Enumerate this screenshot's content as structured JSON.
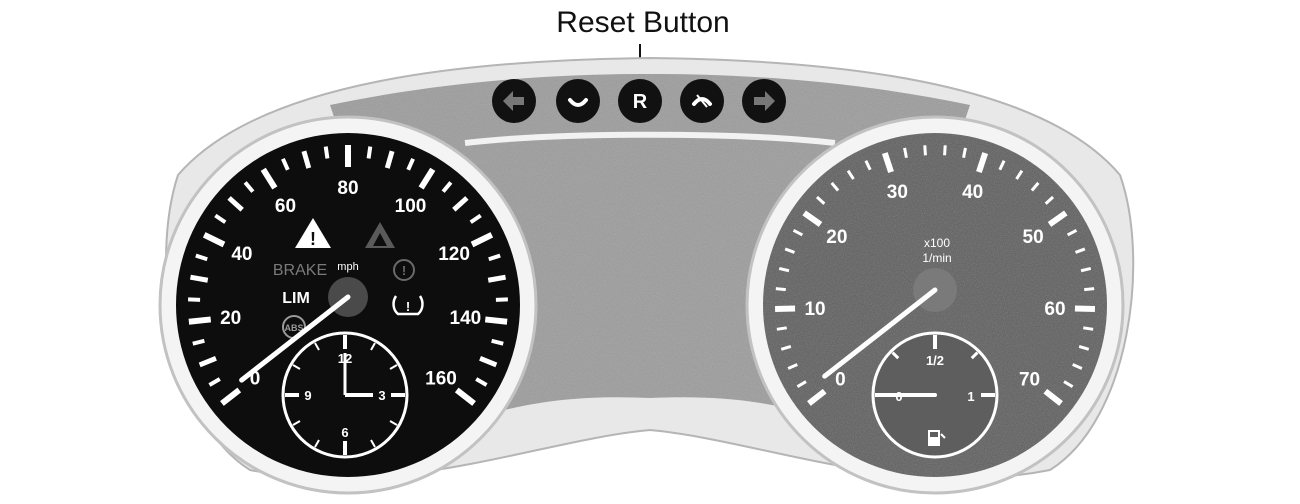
{
  "callout": {
    "label": "Reset Button"
  },
  "buttons": [
    {
      "name": "left-arrow-button",
      "icon": "arrow-left-icon",
      "label": ""
    },
    {
      "name": "telephone-answer-button",
      "icon": "telephone-answer-icon",
      "label": ""
    },
    {
      "name": "reset-button",
      "icon": "reset-icon",
      "label": "R"
    },
    {
      "name": "telephone-end-button",
      "icon": "telephone-end-icon",
      "label": ""
    },
    {
      "name": "right-arrow-button",
      "icon": "arrow-right-icon",
      "label": ""
    }
  ],
  "speedometer": {
    "unit": "mph",
    "labels": [
      "0",
      "20",
      "40",
      "60",
      "80",
      "100",
      "120",
      "140",
      "160"
    ],
    "needle_value": 0,
    "indicators": {
      "brake": "BRAKE",
      "limiter": "LIM",
      "abs": "ABS",
      "warning": "!",
      "brake_warning": "(!)",
      "tire_pressure": "(!)"
    }
  },
  "clock": {
    "labels": [
      "12",
      "3",
      "6",
      "9"
    ],
    "hour": 3,
    "minute": 0
  },
  "tachometer": {
    "unit_line1": "x100",
    "unit_line2": "1/min",
    "labels": [
      "0",
      "10",
      "20",
      "30",
      "40",
      "50",
      "60",
      "70"
    ],
    "needle_value": 0
  },
  "fuel_gauge": {
    "labels": [
      "0",
      "1/2",
      "1"
    ],
    "level": 0,
    "icon": "fuel-pump-icon"
  },
  "colors": {
    "dial_dark": "#0d0d0d",
    "dial_grey": "#5e5e5e",
    "panel": "#9c9c9c",
    "marking": "#ffffff"
  }
}
